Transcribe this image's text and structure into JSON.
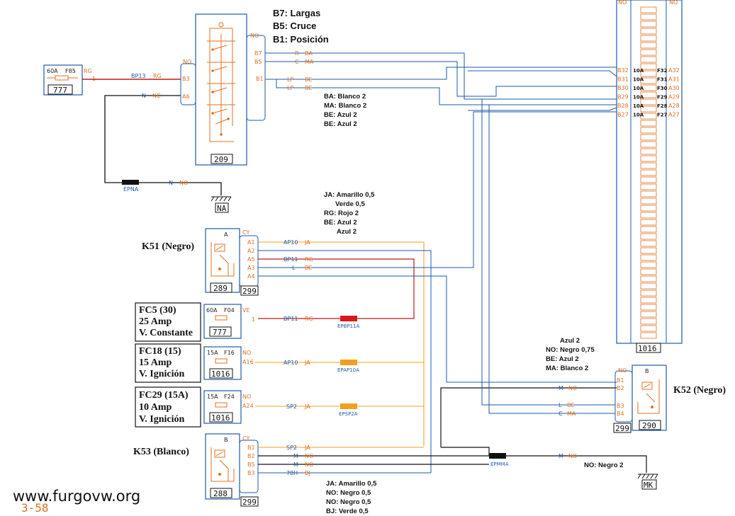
{
  "legend_top": [
    "B7: Largas",
    "B5: Cruce",
    "B1: Posición"
  ],
  "notes_a": [
    "BA: Blanco 2",
    "MA: Blanco 2",
    "BE: Azul 2",
    "BE: Azul 2"
  ],
  "notes_b": [
    "JA: Amarillo 0,5",
    "Verde 0,5",
    "RG: Rojo 2",
    "BE: Azul 2",
    "Azul 2"
  ],
  "notes_c": [
    "Azul 2",
    "NO: Negro 0,75",
    "BE: Azul 2",
    "MA: Blanco 2"
  ],
  "notes_d": [
    "JA: Amarillo 0,5",
    "NO: Negro 0,5",
    "NO: Negro 0,5",
    "BJ: Verde 0,5"
  ],
  "note_mk": "NO: Negro 2",
  "relays": {
    "k51": "K51 (Negro)",
    "k52": "K52 (Negro)",
    "k53": "K53 (Blanco)"
  },
  "fuse_boxes": {
    "fc5": [
      "FC5 (30)",
      "25 Amp",
      "V. Constante"
    ],
    "fc18": [
      "FC18 (15)",
      "15 Amp",
      "V. Ignición"
    ],
    "fc29": [
      "FC29 (15A)",
      "10 Amp",
      "V. Ignición"
    ]
  },
  "components": {
    "c777a": "777",
    "c209": "209",
    "c289": "289",
    "c299a": "299",
    "c777b": "777",
    "c1016a": "1016",
    "c1016b": "1016",
    "c288": "288",
    "c299b": "299",
    "c299c": "299",
    "c290": "290",
    "c1016main": "1016"
  },
  "fuse_labels": {
    "f85": [
      "60A",
      "F85"
    ],
    "f04": [
      "60A",
      "F04"
    ],
    "f16": [
      "15A",
      "F16"
    ],
    "f24": [
      "15A",
      "F24"
    ]
  },
  "wires": {
    "bp13": "BP13",
    "rg": "RG",
    "n": "N",
    "nc": "NC",
    "no": "NO",
    "r": "R",
    "ba": "BA",
    "c": "C",
    "ma": "MA",
    "lp": "LP",
    "be": "BE",
    "ap10": "AP10",
    "ja": "JA",
    "bp11": "BP11",
    "l": "L",
    "ve": "VE",
    "sp2": "SP2",
    "m": "M",
    "h78": "78H",
    "bj": "BJ",
    "cy": "CY"
  },
  "pins": {
    "b3": "B3",
    "a6": "A6",
    "b7": "B7",
    "b5": "B5",
    "b1": "B1",
    "a1": "A1",
    "a2": "A2",
    "a5": "A5",
    "a3": "A3",
    "a4": "A4",
    "a16": "A16",
    "a24": "A24",
    "b2": "B2",
    "b4": "B4",
    "one": "1",
    "A": "A",
    "B": "B"
  },
  "fuse_column_left": [
    "B32",
    "B31",
    "B30",
    "B29",
    "B28",
    "B27"
  ],
  "fuse_column_right": [
    "A32",
    "A31",
    "A30",
    "A29",
    "A28",
    "A27"
  ],
  "fuse_column_fuses": [
    "F32",
    "F31",
    "F30",
    "F29",
    "F28",
    "F27"
  ],
  "fuse_column_amp": "10A",
  "splices": {
    "epna": "EPNA",
    "epbp11a": "EPBP11A",
    "epap10a": "EPAP10A",
    "epsp2a": "EPSP2A",
    "epmma": "EPMMA"
  },
  "grounds": {
    "na": "NA",
    "mk": "MK"
  },
  "watermark": "www.furgovw.org",
  "page_number": "3-58"
}
